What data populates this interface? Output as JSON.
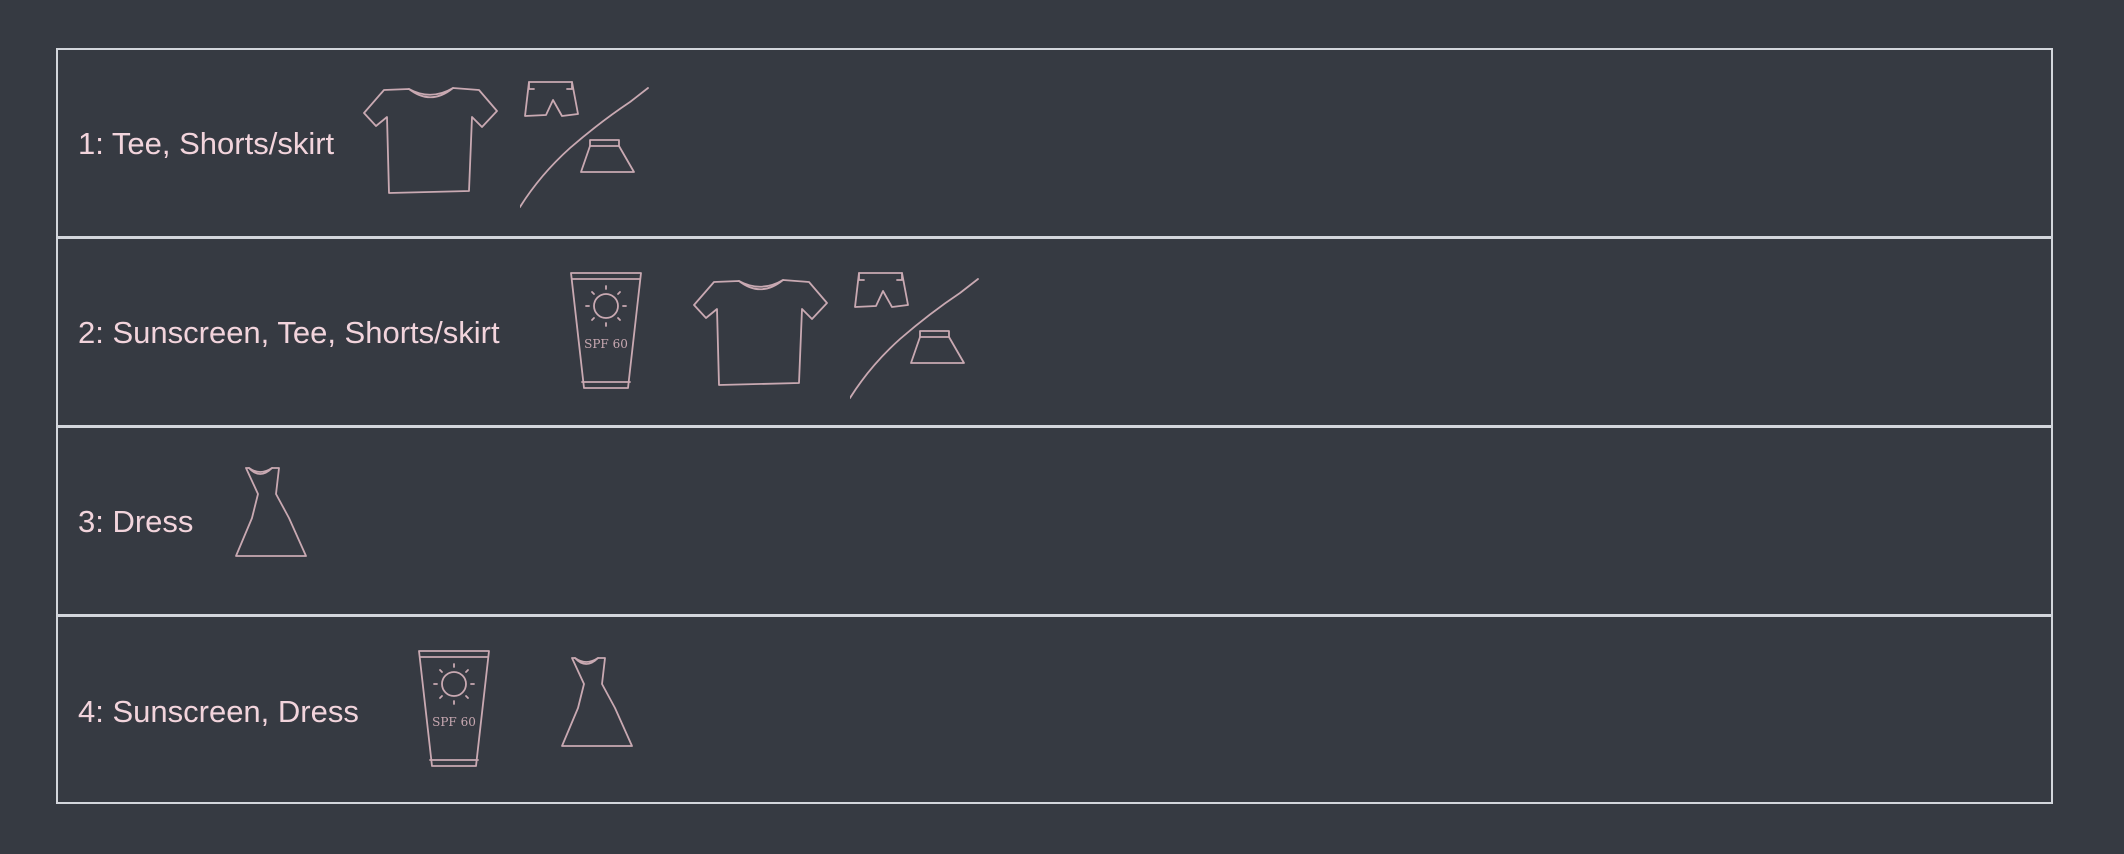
{
  "outfits": [
    {
      "label": "1: Tee, Shorts/skirt",
      "items": [
        "tee-icon",
        "shorts-or-skirt-icon"
      ]
    },
    {
      "label": "2: Sunscreen, Tee, Shorts/skirt",
      "items": [
        "sunscreen-icon",
        "tee-icon",
        "shorts-or-skirt-icon"
      ]
    },
    {
      "label": "3: Dress",
      "items": [
        "dress-icon"
      ]
    },
    {
      "label": "4: Sunscreen, Dress",
      "items": [
        "sunscreen-icon",
        "dress-icon"
      ]
    }
  ],
  "sunscreen_text": "SPF 60",
  "colors": {
    "background": "#363a42",
    "border": "#d3d6dc",
    "label": "#f2d4dc",
    "icon_stroke": "#c9a9b2"
  }
}
